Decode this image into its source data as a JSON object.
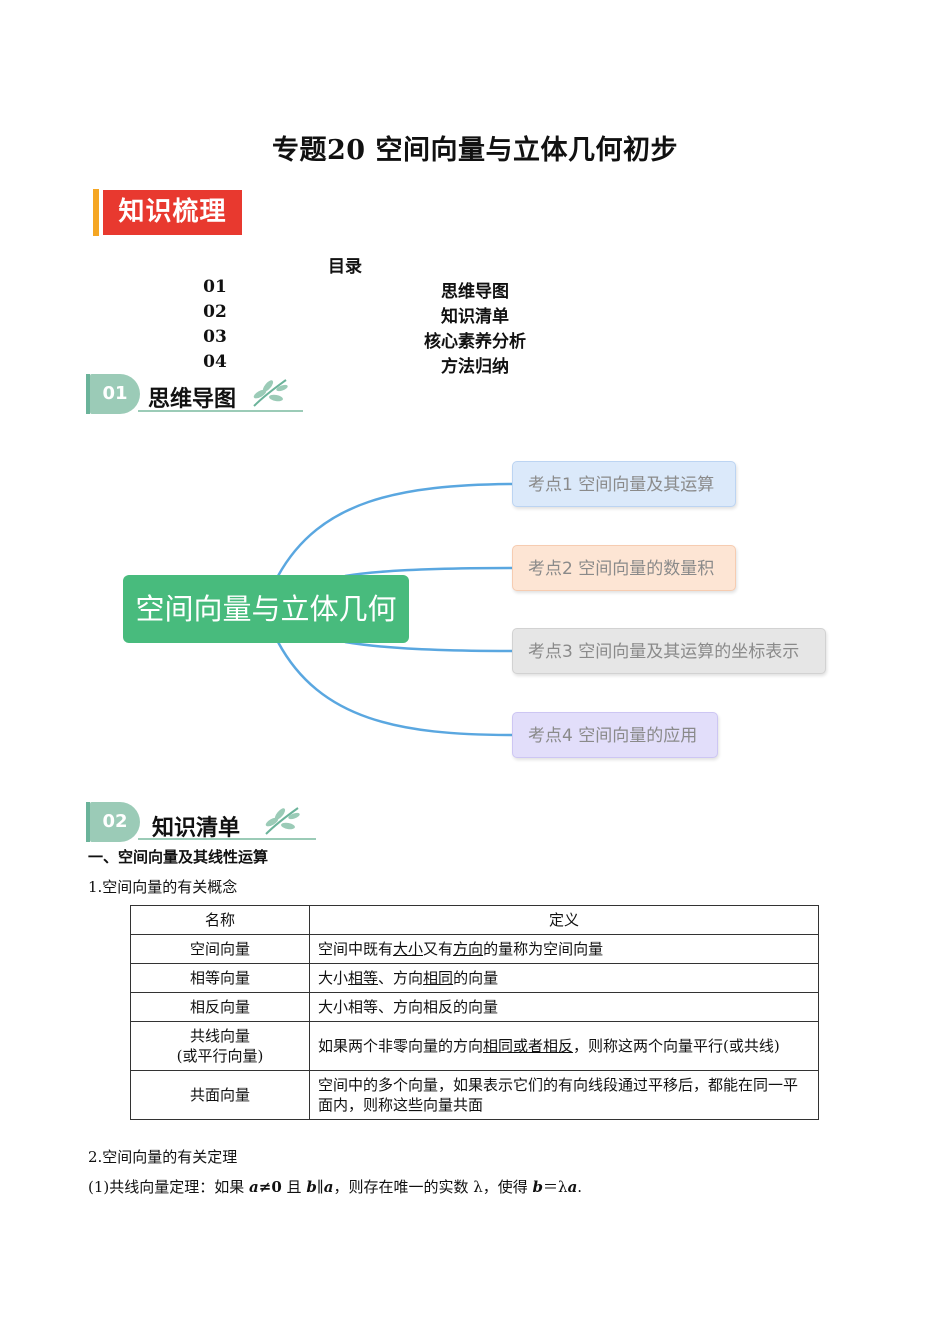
{
  "title": "专题20 空间向量与立体几何初步",
  "banner": {
    "label": "知识梳理"
  },
  "toc": {
    "heading": "目录",
    "items": [
      {
        "num": "01",
        "label": "思维导图"
      },
      {
        "num": "02",
        "label": "知识清单"
      },
      {
        "num": "03",
        "label": "核心素养分析"
      },
      {
        "num": "04",
        "label": "方法归纳"
      }
    ]
  },
  "section1": {
    "num": "01",
    "title": "思维导图"
  },
  "mindmap": {
    "center": "空间向量与立体几何",
    "nodes": [
      {
        "label": "考点1 空间向量及其运算",
        "bg": "#dbe9fa",
        "border": "#bcd4f2"
      },
      {
        "label": "考点2 空间向量的数量积",
        "bg": "#fde5d4",
        "border": "#f6ccb1"
      },
      {
        "label": "考点3 空间向量及其运算的坐标表示",
        "bg": "#e6e6e6",
        "border": "#d2d2d2"
      },
      {
        "label": "考点4 空间向量的应用",
        "bg": "#e2defa",
        "border": "#cdc6f3"
      }
    ],
    "line_color": "#5aa7e0"
  },
  "section2": {
    "num": "02",
    "title": "知识清单"
  },
  "heading1": "一、空间向量及其线性运算",
  "para1": "1.空间向量的有关概念",
  "table": {
    "headers": [
      "名称",
      "定义"
    ],
    "rows": [
      {
        "name": "空间向量",
        "def_a": "空间中既有",
        "def_u1": "大小",
        "def_b": "又有",
        "def_u2": "方向",
        "def_c": "的量称为空间向量"
      },
      {
        "name": "相等向量",
        "def_a": "大小",
        "def_u1": "相等",
        "def_b": "、方向",
        "def_u2": "相同",
        "def_c": "的向量"
      },
      {
        "name": "相反向量",
        "def_a": "大小相等、方向相反的向量"
      },
      {
        "name": "共线向量",
        "name2": "(或平行向量)",
        "def_a": "如果两个非零向量的方向",
        "def_u1": "相同或者相反",
        "def_b": "，则称这两个向量平行(或共线)"
      },
      {
        "name": "共面向量",
        "def_a": "空间中的多个向量，如果表示它们的有向线段通过平移后，都能在同一平面内，则称这些向量共面"
      }
    ]
  },
  "para2": "2.空间向量的有关定理",
  "theorem": {
    "prefix": "(1)共线向量定理：如果 ",
    "a1": "a",
    "ne0": "≠0",
    "and": " 且 ",
    "b1": "b",
    "par": "∥",
    "a2": "a",
    "mid": "，则存在唯一的实数 λ，使得 ",
    "b2": "b",
    "eq": "＝λ",
    "a3": "a",
    "end": "."
  }
}
